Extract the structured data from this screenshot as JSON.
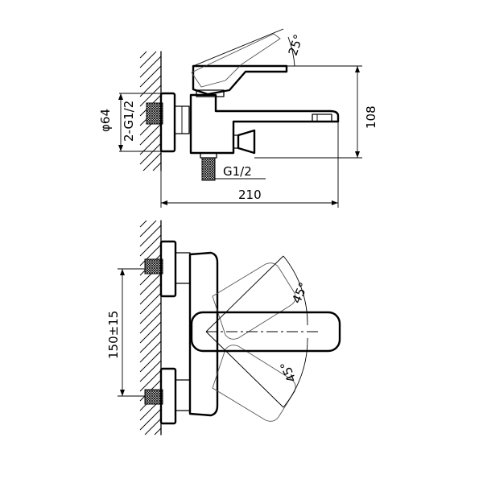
{
  "side_view": {
    "dim_width": "210",
    "dim_height": "108",
    "dim_diameter": "φ64",
    "dim_inlet_thread": "2-G1/2",
    "dim_outlet_thread": "G1/2",
    "dim_lever_angle": "25°"
  },
  "top_view": {
    "dim_center_distance": "150±15",
    "dim_angle_upper": "45°",
    "dim_angle_lower": "45°"
  }
}
